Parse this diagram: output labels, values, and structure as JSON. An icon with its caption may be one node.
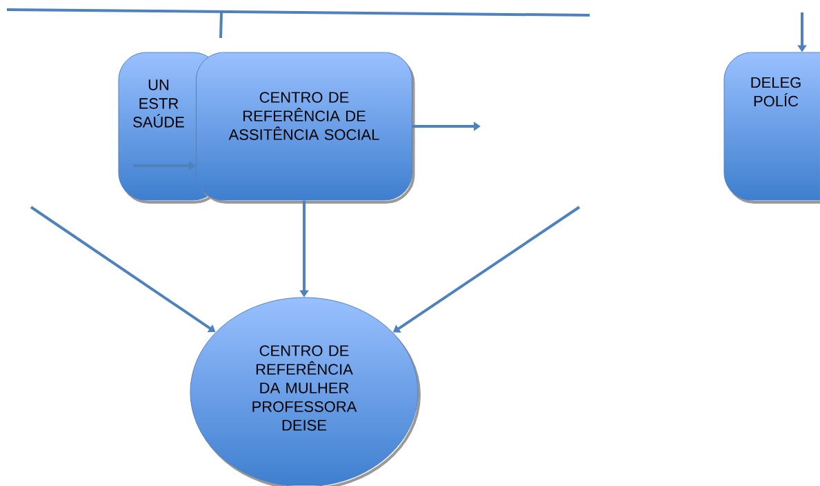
{
  "diagram": {
    "nodes": [
      {
        "text": [
          "UN ESTR SAÚDE"
        ]
      },
      {
        "text": [
          "CENTRO DE REFERÊNCIA DE ASSITÊNCIA SOCIAL"
        ]
      },
      {
        "text": [
          "DELEG POLÍC"
        ]
      },
      {
        "text": [
          "CENTRO DE REFERÊNCIA DA MULHER PROFESSORA DEISE"
        ]
      }
    ],
    "edges": [
      {
        "from": 0,
        "to": 1,
        "arrow": "to"
      },
      {
        "from": 1,
        "to": null,
        "arrow": "to"
      },
      {
        "from": null,
        "to": 2,
        "arrow": "to"
      },
      {
        "from": null,
        "to": 3,
        "arrow": "to"
      },
      {
        "from": 1,
        "to": 3,
        "arrow": "to"
      },
      {
        "from": null,
        "to": 3,
        "arrow": "to"
      }
    ]
  }
}
